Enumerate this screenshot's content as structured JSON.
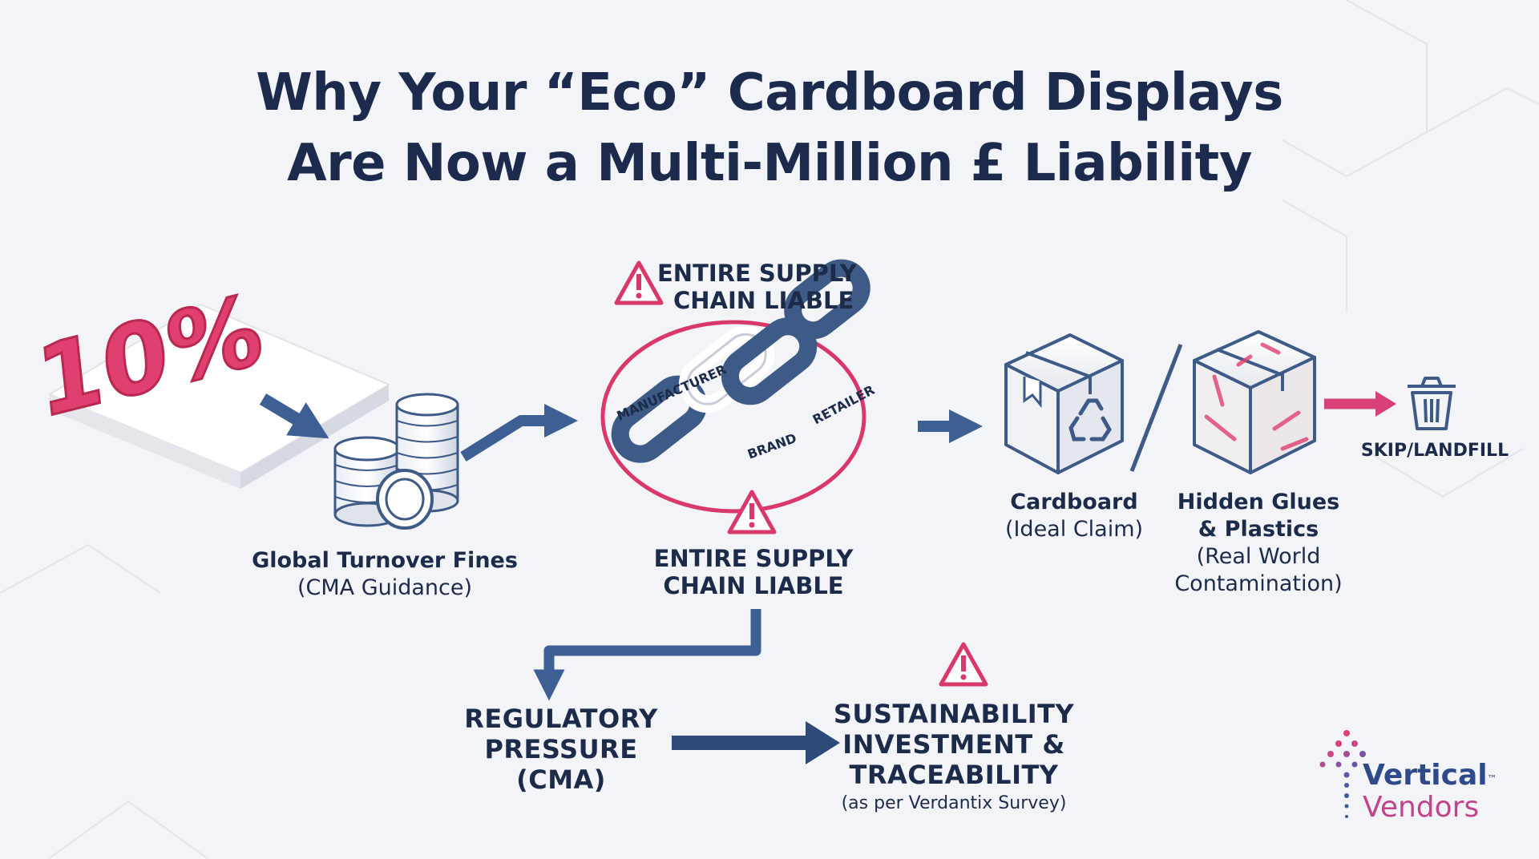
{
  "title": {
    "line1": "Why Your “Eco” Cardboard Displays",
    "line2": "Are Now a Multi-Million £ Liability"
  },
  "percent_block": {
    "value": "10%",
    "color": "#e0406f"
  },
  "fines": {
    "label": "Global Turnover Fines",
    "sublabel": "(CMA Guidance)"
  },
  "supply_chain": {
    "top_warning_line1": "ENTIRE SUPPLY",
    "top_warning_line2": "CHAIN LIABLE",
    "bottom_warning_line1": "ENTIRE SUPPLY",
    "bottom_warning_line2": "CHAIN LIABLE",
    "link_labels": [
      "MANUFACTURER",
      "BRAND",
      "RETAILER"
    ]
  },
  "cardboard": {
    "label": "Cardboard",
    "sublabel": "(Ideal Claim)"
  },
  "contamination": {
    "label_line1": "Hidden Glues",
    "label_line2": "& Plastics",
    "sublabel_line1": "(Real World",
    "sublabel_line2": "Contamination)"
  },
  "landfill": {
    "label": "SKIP/LANDFILL"
  },
  "regulatory": {
    "line1": "REGULATORY",
    "line2": "PRESSURE",
    "line3": "(CMA)"
  },
  "sustainability": {
    "line1": "SUSTAINABILITY",
    "line2": "INVESTMENT &",
    "line3": "TRACEABILITY",
    "note": "(as per Verdantix Survey)"
  },
  "logo": {
    "line1": "Vertical",
    "line2": "Vendors",
    "tm": "™"
  },
  "colors": {
    "navy": "#1d2b4a",
    "arrow_blue": "#3e5f93",
    "pink": "#e0406f",
    "chain": "#3e5a86"
  },
  "icons": [
    "warning-icon",
    "coin-stack-icon",
    "chain-icon",
    "recycle-box-icon",
    "contaminated-box-icon",
    "trash-bin-icon",
    "arrow-icon"
  ]
}
